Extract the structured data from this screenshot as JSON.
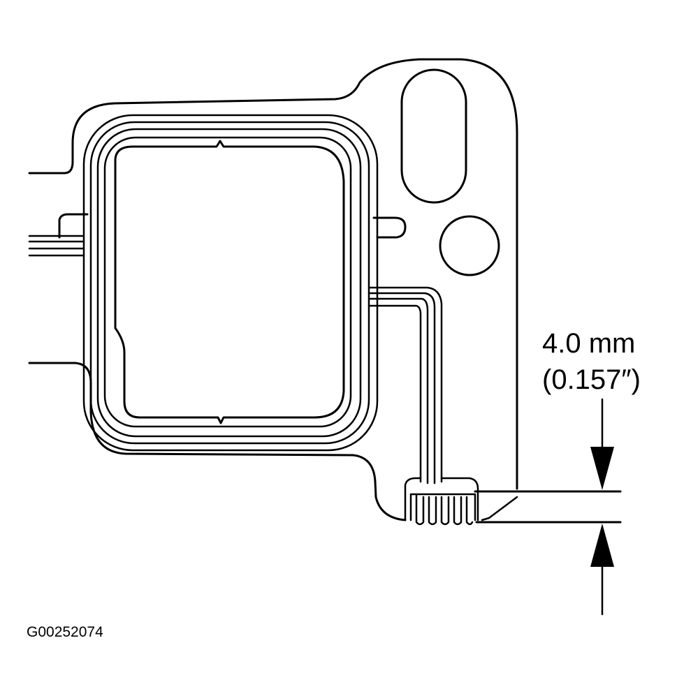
{
  "diagram": {
    "dimension_metric": "4.0 mm",
    "dimension_imperial": "(0.157″)",
    "figure_id": "G00252074"
  }
}
